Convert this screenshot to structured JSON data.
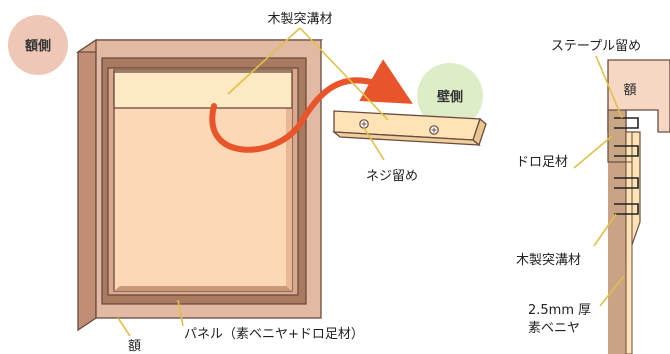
{
  "badges": {
    "frame_side": "額側",
    "wall_side": "壁側"
  },
  "labels": {
    "wooden_groove": "木製突溝材",
    "screw_fastening": "ネジ留め",
    "frame": "額",
    "panel": "パネル（素ベニヤ+ドロ足材）",
    "staple_fastening": "ステープル留め",
    "section_frame": "額",
    "doro_foot": "ドロ足材",
    "section_groove": "木製突溝材",
    "veneer_line1": "2.5mm 厚",
    "veneer_line2": "素ベニヤ"
  },
  "colors": {
    "frame_outer": "#e2b9a2",
    "frame_side": "#c08e74",
    "frame_inner_band": "#a87a60",
    "panel_face": "#fcd8b6",
    "rail": "#fde9c4",
    "wall_bracket": "#fde3b6",
    "arrow": "#e8552b",
    "badge_frame": "#efc7b7",
    "badge_wall": "#dcedc8",
    "leader": "#e2bf48",
    "section_brown": "#caa386"
  },
  "icons": [
    "screw-head-icon",
    "staple-icon",
    "curved-arrow-icon"
  ]
}
